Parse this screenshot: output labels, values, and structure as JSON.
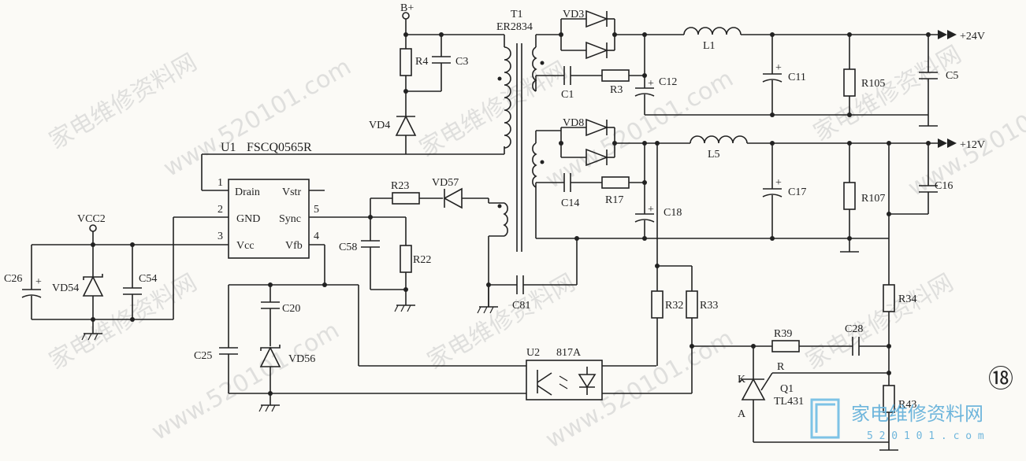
{
  "labels": {
    "bplus": "B+",
    "t1": "T1",
    "t1_model": "ER2834",
    "u1": "U1",
    "u1_model": "FSCQ0565R",
    "vcc2": "VCC2",
    "vd3": "VD3",
    "vd4": "VD4",
    "vd8": "VD8",
    "vd54": "VD54",
    "vd56": "VD56",
    "vd57": "VD57",
    "l1": "L1",
    "l5": "L5",
    "r3": "R3",
    "r4": "R4",
    "r17": "R17",
    "r22": "R22",
    "r23": "R23",
    "r32": "R32",
    "r33": "R33",
    "r34": "R34",
    "r39": "R39",
    "r43": "R43",
    "r105": "R105",
    "r107": "R107",
    "c1": "C1",
    "c3": "C3",
    "c5": "C5",
    "c11": "C11",
    "c12": "C12",
    "c14": "C14",
    "c16": "C16",
    "c17": "C17",
    "c18": "C18",
    "c20": "C20",
    "c25": "C25",
    "c26": "C26",
    "c28": "C28",
    "c54": "C54",
    "c58": "C58",
    "c81": "C81",
    "u2": "U2",
    "u2_model": "817A",
    "q1": "Q1",
    "q1_model": "TL431",
    "q1_k": "K",
    "q1_a": "A",
    "q1_r": "R",
    "out24": "+24V",
    "out12": "+12V",
    "figure_number": "⑱"
  },
  "ic_pins": {
    "drain": "Drain",
    "vstr": "Vstr",
    "gnd": "GND",
    "sync": "Sync",
    "vcc": "Vcc",
    "vfb": "Vfb",
    "p1": "1",
    "p2": "2",
    "p3": "3",
    "p4": "4",
    "p5": "5"
  },
  "watermark": {
    "text_cn": "家电维修资料网",
    "text_url": "www.520101.com",
    "logo_cn": "家电维修资料网",
    "logo_url": "5 2 0 1 0 1 . c o m"
  }
}
